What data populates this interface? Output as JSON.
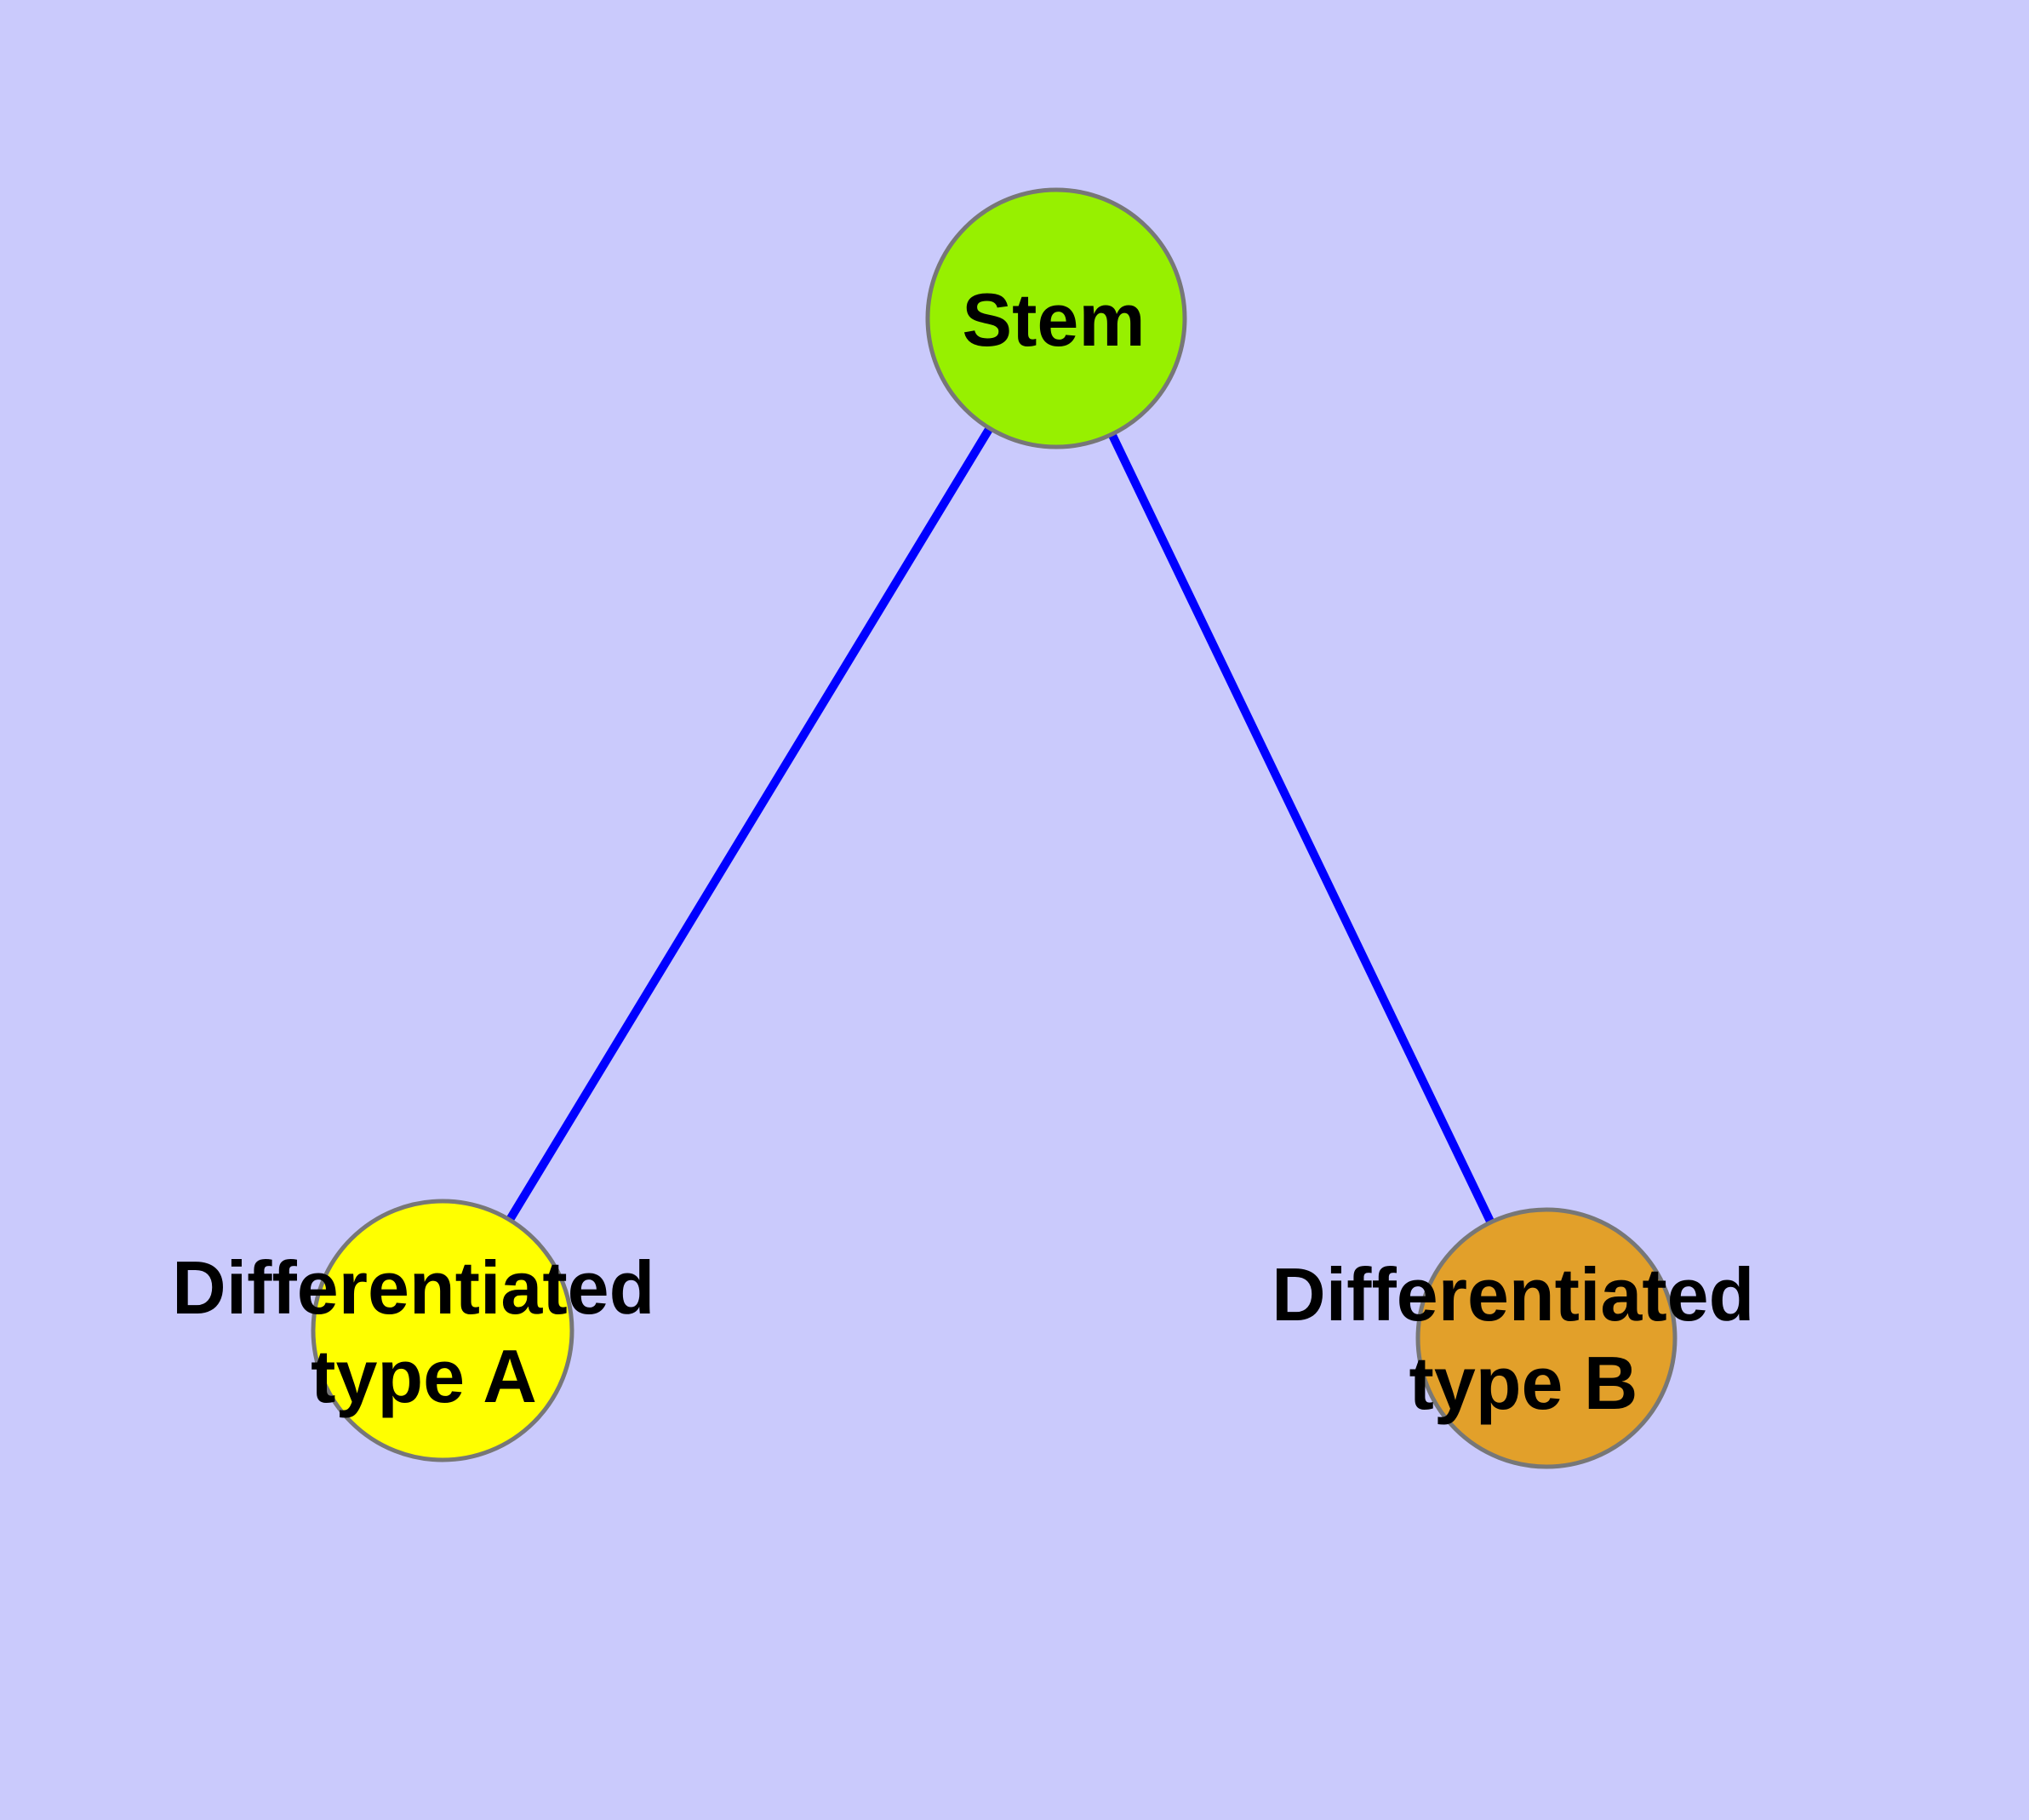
{
  "canvas": {
    "background": "#CACAFC"
  },
  "diagram": {
    "type": "node-link-graph",
    "edge_color": "#0000FF",
    "node_border_color": "#777777",
    "label_color": "#000000",
    "nodes": [
      {
        "id": "stem",
        "label": "Stem",
        "color": "#97F000"
      },
      {
        "id": "differentiated-type-a",
        "label": "Differentiated type A",
        "label_line1": "Differentiated",
        "label_line2": "type A",
        "color": "#FFFF00"
      },
      {
        "id": "differentiated-type-b",
        "label": "Differentiated type B",
        "label_line1": "Differentiated",
        "label_line2": "type B",
        "color": "#E2A02A"
      }
    ],
    "edges": [
      {
        "from": "stem",
        "to": "differentiated-type-a"
      },
      {
        "from": "stem",
        "to": "differentiated-type-b"
      }
    ]
  }
}
